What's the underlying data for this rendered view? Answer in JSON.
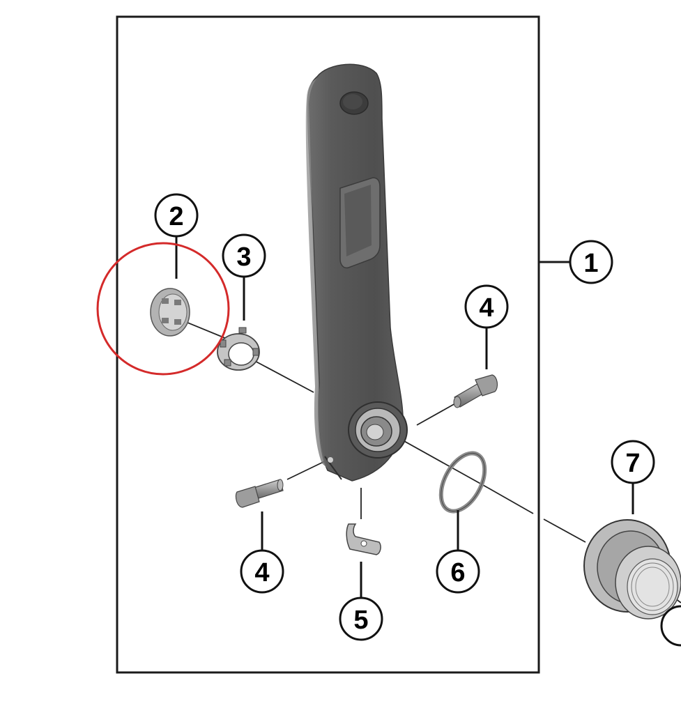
{
  "callouts": {
    "c1": "1",
    "c2": "2",
    "c3": "3",
    "c4_top": "4",
    "c4_bottom": "4",
    "c5": "5",
    "c6": "6",
    "c7": "7"
  },
  "colors": {
    "highlight_circle": "#d42a2a",
    "frame": "#1a1a1a",
    "crank_arm": "#5e5e5e",
    "crank_arm_light": "#8a8a8a",
    "part_gray": "#9a9a9a"
  },
  "highlighted_part": "2"
}
